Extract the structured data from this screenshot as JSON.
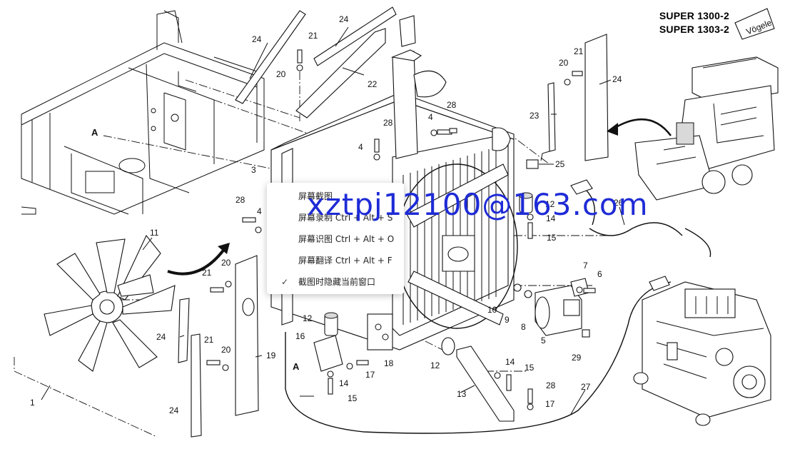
{
  "header": {
    "model_line_1": "SUPER 1300-2",
    "model_line_2": "SUPER 1303-2",
    "brand_logo": "Vögele"
  },
  "watermark": "xztpj12100@163.com",
  "context_menu": {
    "items": [
      {
        "label": "屏幕截图",
        "checked": false
      },
      {
        "label": "屏幕录制 Ctrl + Alt + S",
        "checked": false
      },
      {
        "label": "屏幕识图 Ctrl + Alt + O",
        "checked": false
      },
      {
        "label": "屏幕翻译 Ctrl + Alt + F",
        "checked": false
      },
      {
        "label": "截图时隐藏当前窗口",
        "checked": true
      }
    ]
  },
  "callouts": {
    "c1": "1",
    "c3": "3",
    "c4a": "4",
    "c4b": "4",
    "c4c": "4",
    "c5": "5",
    "c6": "6",
    "c7": "7",
    "c8": "8",
    "c9": "9",
    "c10": "10",
    "c11": "11",
    "c12a": "12",
    "c12b": "12",
    "c12c": "12",
    "c13": "13",
    "c14a": "14",
    "c14b": "14",
    "c14c": "14",
    "c15a": "15",
    "c15b": "15",
    "c15c": "15",
    "c16": "16",
    "c17a": "17",
    "c17b": "17",
    "c18": "18",
    "c19": "19",
    "c20a": "20",
    "c20b": "20",
    "c20c": "20",
    "c20d": "20",
    "c21a": "21",
    "c21b": "21",
    "c21c": "21",
    "c21d": "21",
    "c22": "22",
    "c23": "23",
    "c24a": "24",
    "c24b": "24",
    "c24c": "24",
    "c24d": "24",
    "c24e": "24",
    "c25": "25",
    "c26": "26",
    "c27": "27",
    "c28a": "28",
    "c28b": "28",
    "c28c": "28",
    "c28d": "28",
    "c29": "29",
    "ref_a1": "A",
    "ref_a2": "A"
  },
  "icons": {
    "check": "✓",
    "direction_arrow_left": "arrow-icon",
    "direction_arrow_right": "arrow-icon"
  }
}
